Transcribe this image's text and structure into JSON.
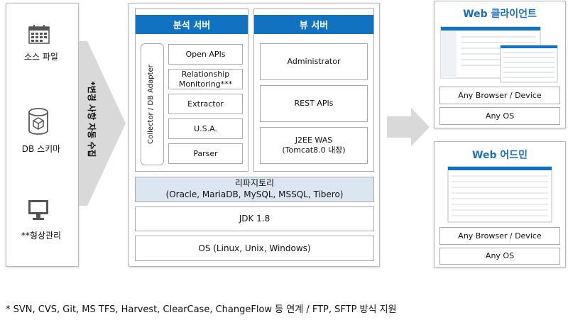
{
  "sources": {
    "items": [
      {
        "label": "소스 파일",
        "icon": "calendar-grid-icon"
      },
      {
        "label": "DB 스키마",
        "icon": "database-cube-icon"
      },
      {
        "label": "**형상관리",
        "icon": "monitor-icon"
      }
    ],
    "arrow_label": "*변경 사항 자동 수집"
  },
  "analysis_server": {
    "title": "분석 서버",
    "adapter_label": "Collector / DB Adapter",
    "modules": [
      "Open APIs",
      "Relationship Monitoring***",
      "Extractor",
      "U.S.A.",
      "Parser"
    ]
  },
  "view_server": {
    "title": "뷰 서버",
    "modules": [
      "Administrator",
      "REST APIs"
    ],
    "was": {
      "line1": "J2EE WAS",
      "line2": "(Tomcat8.0 내장)"
    }
  },
  "repository": {
    "title": "리파지토리",
    "dbs": "(Oracle, MariaDB, MySQL, MSSQL, Tibero)"
  },
  "jdk": "JDK 1.8",
  "os": "OS (Linux, Unix, Windows)",
  "web_client": {
    "title": "Web 클라이언트",
    "browser": "Any Browser / Device",
    "os": "Any OS"
  },
  "web_admin": {
    "title": "Web 어드민",
    "browser": "Any Browser / Device",
    "os": "Any OS"
  },
  "footnote": "* SVN, CVS, Git, MS TFS, Harvest, ClearCase, ChangeFlow 등 연계 / FTP, SFTP 방식 지원",
  "colors": {
    "header_blue": "#1272c2",
    "repository_fill": "#dce6f1",
    "arrow_gray": "#d9d9d9",
    "title_blue": "#1b6fbf"
  }
}
